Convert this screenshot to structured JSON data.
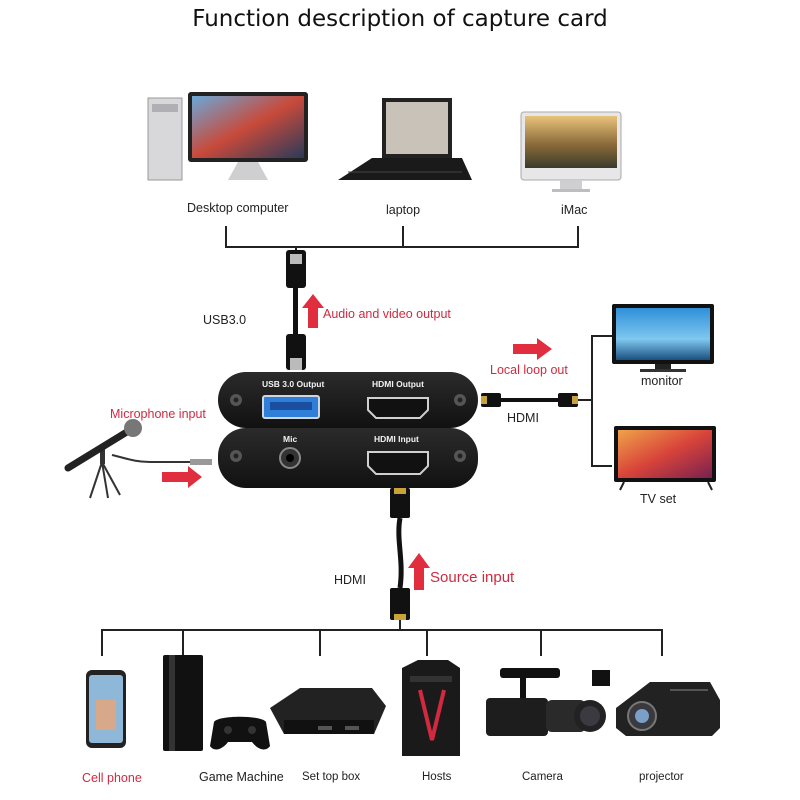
{
  "title": "Function description of capture card",
  "top_devices": [
    "Desktop computer",
    "laptop",
    "iMac"
  ],
  "usb_label": "USB3.0",
  "audio_video_output": "Audio and video output",
  "local_loop_out": "Local loop out",
  "hdmi_right": "HDMI",
  "display_devices": [
    "monitor",
    "TV set"
  ],
  "microphone_input": "Microphone input",
  "card": {
    "usb_port_label": "USB 3.0 Output",
    "hdmi_output_label": "HDMI Output",
    "mic_label": "Mic",
    "hdmi_input_label": "HDMI Input"
  },
  "hdmi_bottom": "HDMI",
  "source_input": "Source input",
  "source_devices": [
    "Cell phone",
    "Game Machine",
    "Set top box",
    "Hosts",
    "Camera",
    "projector"
  ],
  "colors": {
    "accent_red": "#d12a3f",
    "card_body": "#1c1c1c"
  }
}
